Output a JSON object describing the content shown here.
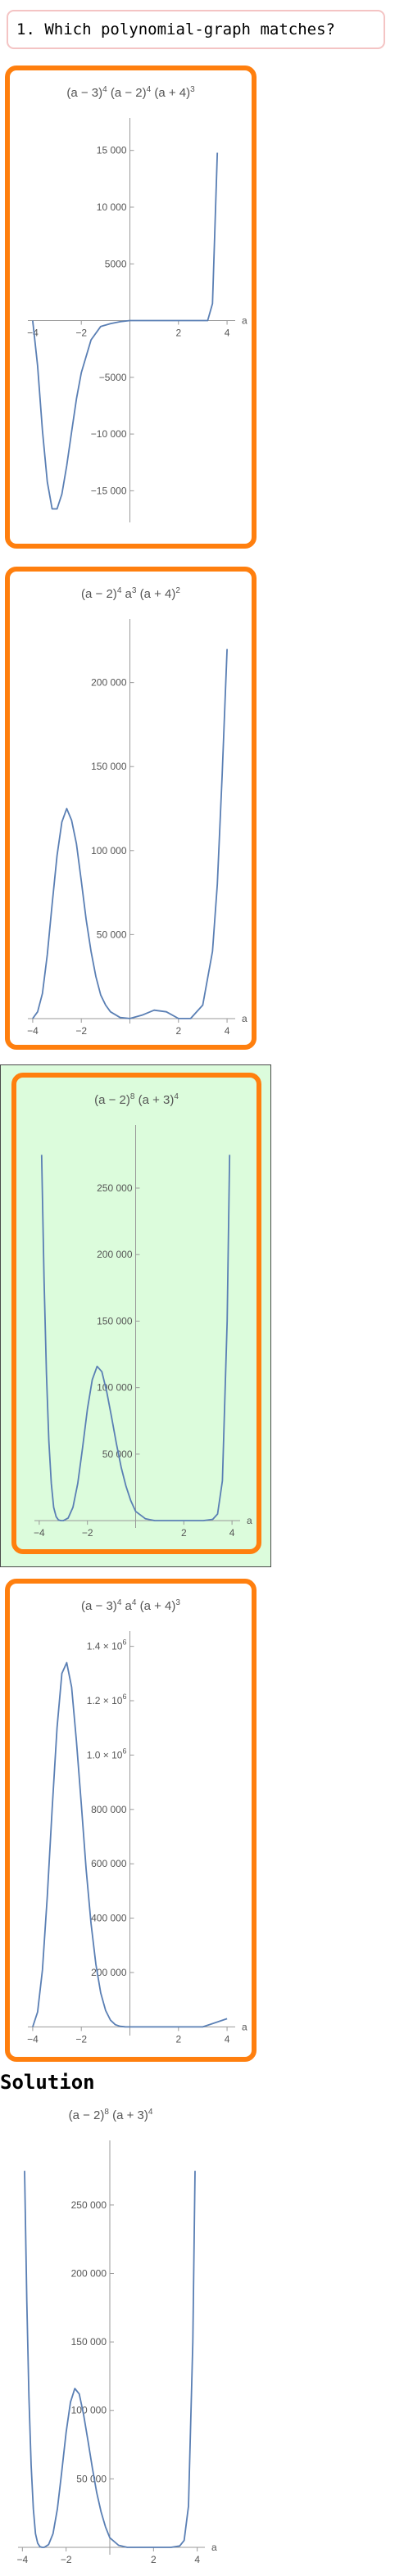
{
  "question": {
    "number": "1.",
    "text": "Which polynomial-graph matches?"
  },
  "options": [
    {
      "title_parts": [
        "(a − 3)",
        "4",
        " (a − 2)",
        "4",
        " (a + 4)",
        "3"
      ],
      "correct": false,
      "chart_data": {
        "type": "line",
        "xlabel": "a",
        "ylabel": "",
        "xlim": [
          -4.2,
          4.2
        ],
        "ylim": [
          -17500,
          17000
        ],
        "x_ticks": [
          -4,
          -2,
          2,
          4
        ],
        "x_tick_labels": [
          "−4",
          "−2",
          "2",
          "4"
        ],
        "y_ticks": [
          -15000,
          -10000,
          -5000,
          5000,
          10000,
          15000
        ],
        "y_tick_labels": [
          "−15 000",
          "−10 000",
          "−5000",
          "5000",
          "10 000",
          "15 000"
        ],
        "x": [
          -4,
          -3.8,
          -3.6,
          -3.4,
          -3.2,
          -3.0,
          -2.8,
          -2.6,
          -2.4,
          -2.2,
          -2.0,
          -1.6,
          -1.2,
          -0.8,
          -0.4,
          0,
          0.5,
          1.0,
          1.5,
          2.0,
          2.5,
          3.0,
          3.2,
          3.4,
          3.6
        ],
        "y": [
          0,
          -4000,
          -9700,
          -14200,
          -16600,
          -16600,
          -15300,
          -12800,
          -9800,
          -6900,
          -4600,
          -1700,
          -520,
          -270,
          -100,
          0,
          0,
          0,
          0,
          0,
          0,
          0,
          0,
          1500,
          14800
        ]
      }
    },
    {
      "title_parts": [
        "(a − 2)",
        "4",
        " a",
        "3",
        " (a + 4)",
        "2"
      ],
      "correct": false,
      "chart_data": {
        "type": "line",
        "xlabel": "a",
        "ylabel": "",
        "xlim": [
          -4.2,
          4.2
        ],
        "ylim": [
          -1000,
          232000
        ],
        "x_ticks": [
          -4,
          -2,
          2,
          4
        ],
        "x_tick_labels": [
          "−4",
          "−2",
          "2",
          "4"
        ],
        "y_ticks": [
          50000,
          100000,
          150000,
          200000
        ],
        "y_tick_labels": [
          "50 000",
          "100 000",
          "150 000",
          "200 000"
        ],
        "x": [
          -4,
          -3.8,
          -3.6,
          -3.4,
          -3.2,
          -3.0,
          -2.8,
          -2.6,
          -2.4,
          -2.2,
          -2.0,
          -1.8,
          -1.6,
          -1.4,
          -1.2,
          -1.0,
          -0.8,
          -0.4,
          0,
          0.5,
          1.0,
          1.5,
          2.0,
          2.5,
          3.0,
          3.4,
          3.6,
          3.8,
          4.0
        ],
        "y": [
          0,
          4000,
          15000,
          38000,
          68000,
          97000,
          117000,
          125000,
          118000,
          104000,
          82000,
          59000,
          40000,
          25000,
          14000,
          8000,
          4000,
          600,
          0,
          2000,
          5000,
          4000,
          0,
          0,
          8000,
          40000,
          80000,
          145000,
          220000
        ]
      }
    },
    {
      "title_parts": [
        "(a − 2)",
        "8",
        " (a + 3)",
        "4"
      ],
      "correct": true,
      "chart_data": {
        "type": "line",
        "xlabel": "a",
        "ylabel": "",
        "xlim": [
          -4.2,
          4.2
        ],
        "ylim": [
          -3000,
          290000
        ],
        "x_ticks": [
          -4,
          -2,
          2,
          4
        ],
        "x_tick_labels": [
          "−4",
          "−2",
          "2",
          "4"
        ],
        "y_ticks": [
          50000,
          100000,
          150000,
          200000,
          250000
        ],
        "y_tick_labels": [
          "50 000",
          "100 000",
          "150 000",
          "200 000",
          "250 000"
        ],
        "x": [
          -3.9,
          -3.8,
          -3.7,
          -3.6,
          -3.5,
          -3.4,
          -3.3,
          -3.2,
          -3.1,
          -3.0,
          -2.8,
          -2.6,
          -2.4,
          -2.2,
          -2.0,
          -1.8,
          -1.6,
          -1.4,
          -1.2,
          -1.0,
          -0.8,
          -0.6,
          -0.4,
          -0.2,
          0.0,
          0.4,
          0.8,
          1.2,
          2.0,
          2.8,
          3.2,
          3.4,
          3.6,
          3.8,
          3.9
        ],
        "y": [
          275000,
          180000,
          110000,
          60000,
          28000,
          10000,
          3000,
          500,
          0,
          0,
          2000,
          10000,
          28000,
          55000,
          84000,
          106000,
          116000,
          112000,
          97000,
          78000,
          58000,
          40000,
          26000,
          15000,
          7000,
          1500,
          0,
          0,
          0,
          0,
          1000,
          5000,
          30000,
          150000,
          275000
        ]
      }
    },
    {
      "title_parts": [
        "(a − 3)",
        "4",
        " a",
        "4",
        " (a + 4)",
        "3"
      ],
      "correct": false,
      "chart_data": {
        "type": "line",
        "xlabel": "a",
        "ylabel": "",
        "xlim": [
          -4.2,
          4.2
        ],
        "ylim": [
          -20000,
          1420000
        ],
        "x_ticks": [
          -4,
          -2,
          2,
          4
        ],
        "x_tick_labels": [
          "−4",
          "−2",
          "2",
          "4"
        ],
        "y_ticks": [
          200000,
          400000,
          600000,
          800000,
          1000000,
          1200000,
          1400000
        ],
        "y_tick_labels": [
          "200 000",
          "400 000",
          "600 000",
          "800 000",
          "1.0 × 10",
          "1.2 × 10",
          "1.4 × 10"
        ],
        "y_tick_sup": [
          "",
          "",
          "",
          "",
          "6",
          "6",
          "6"
        ],
        "x": [
          -4,
          -3.8,
          -3.6,
          -3.4,
          -3.2,
          -3.0,
          -2.8,
          -2.6,
          -2.4,
          -2.2,
          -2.0,
          -1.8,
          -1.6,
          -1.4,
          -1.2,
          -1.0,
          -0.8,
          -0.6,
          -0.4,
          -0.2,
          0,
          1,
          2,
          3,
          4
        ],
        "y": [
          0,
          55000,
          210000,
          480000,
          800000,
          1100000,
          1300000,
          1340000,
          1250000,
          1050000,
          820000,
          580000,
          380000,
          230000,
          125000,
          60000,
          25000,
          8000,
          2000,
          200,
          0,
          0,
          0,
          0,
          30000
        ]
      }
    }
  ],
  "solution": {
    "heading": "Solution",
    "title_parts": [
      "(a − 2)",
      "8",
      " (a + 3)",
      "4"
    ],
    "chart_data": {
      "type": "line",
      "xlabel": "a",
      "ylabel": "",
      "xlim": [
        -4.2,
        4.2
      ],
      "ylim": [
        -3000,
        290000
      ],
      "x_ticks": [
        -4,
        -2,
        2,
        4
      ],
      "x_tick_labels": [
        "−4",
        "−2",
        "2",
        "4"
      ],
      "y_ticks": [
        50000,
        100000,
        150000,
        200000,
        250000
      ],
      "y_tick_labels": [
        "50 000",
        "100 000",
        "150 000",
        "200 000",
        "250 000"
      ],
      "x": [
        -3.9,
        -3.8,
        -3.7,
        -3.6,
        -3.5,
        -3.4,
        -3.3,
        -3.2,
        -3.1,
        -3.0,
        -2.8,
        -2.6,
        -2.4,
        -2.2,
        -2.0,
        -1.8,
        -1.6,
        -1.4,
        -1.2,
        -1.0,
        -0.8,
        -0.6,
        -0.4,
        -0.2,
        0.0,
        0.4,
        0.8,
        1.2,
        2.0,
        2.8,
        3.2,
        3.4,
        3.6,
        3.8,
        3.9
      ],
      "y": [
        275000,
        180000,
        110000,
        60000,
        28000,
        10000,
        3000,
        500,
        0,
        0,
        2000,
        10000,
        28000,
        55000,
        84000,
        106000,
        116000,
        112000,
        97000,
        78000,
        58000,
        40000,
        26000,
        15000,
        7000,
        1500,
        0,
        0,
        0,
        0,
        1000,
        5000,
        30000,
        150000,
        275000
      ]
    }
  },
  "colors": {
    "accent": "#ff7f0e",
    "correct_bg": "#dcfcdc",
    "curve": "#5a7fb4",
    "axis": "#999999",
    "label": "#555555"
  }
}
